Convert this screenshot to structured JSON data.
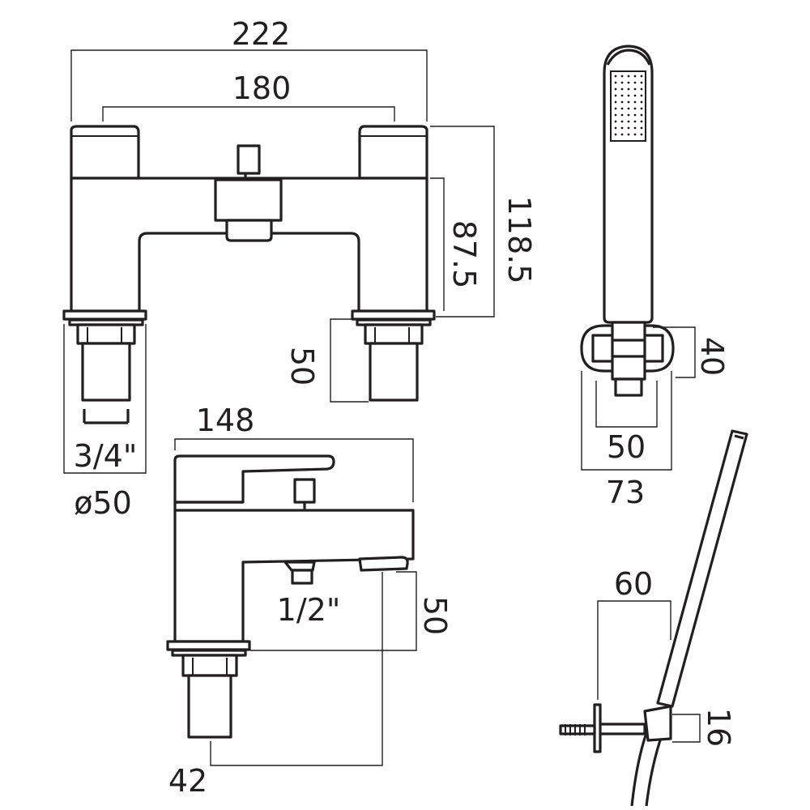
{
  "diagram": {
    "line_color": "#231f20",
    "background": "#ffffff",
    "front_view": {
      "overall_width": "222",
      "centres": "180",
      "overall_height": "118.5",
      "height_to_deck": "87.5",
      "tail_length": "50",
      "thread": "3/4\"",
      "base_diameter": "ø50"
    },
    "side_view": {
      "depth": "148",
      "outlet_thread": "1/2\"",
      "outlet_height": "50",
      "tail_width": "42"
    },
    "handset_holder": {
      "height": "40",
      "inner_width": "50",
      "outer_width": "73"
    },
    "wall_bracket": {
      "projection": "60",
      "thickness": "16"
    }
  }
}
